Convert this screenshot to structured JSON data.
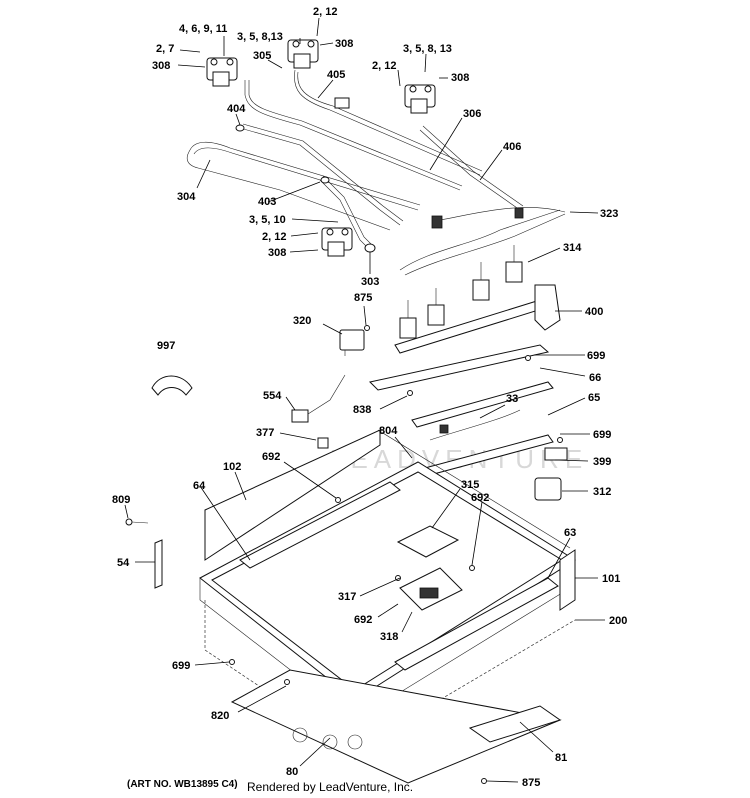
{
  "art_number": "(ART NO. WB13895 C4)",
  "credit": "Rendered by LeadVenture, Inc.",
  "watermark": "LEADVENTURE",
  "callouts": [
    "4, 6, 9, 11",
    "2, 12",
    "3, 5, 8,13",
    "308",
    "2, 7",
    "308",
    "305",
    "3, 5, 8, 13",
    "405",
    "2, 12",
    "308",
    "404",
    "306",
    "406",
    "304",
    "403",
    "323",
    "3, 5, 10",
    "2, 12",
    "308",
    "303",
    "314",
    "875",
    "400",
    "320",
    "997",
    "699",
    "66",
    "554",
    "838",
    "33",
    "65",
    "377",
    "804",
    "699",
    "692",
    "399",
    "102",
    "312",
    "315",
    "64",
    "692",
    "809",
    "63",
    "54",
    "101",
    "317",
    "692",
    "200",
    "318",
    "699",
    "820",
    "81",
    "80",
    "875"
  ]
}
